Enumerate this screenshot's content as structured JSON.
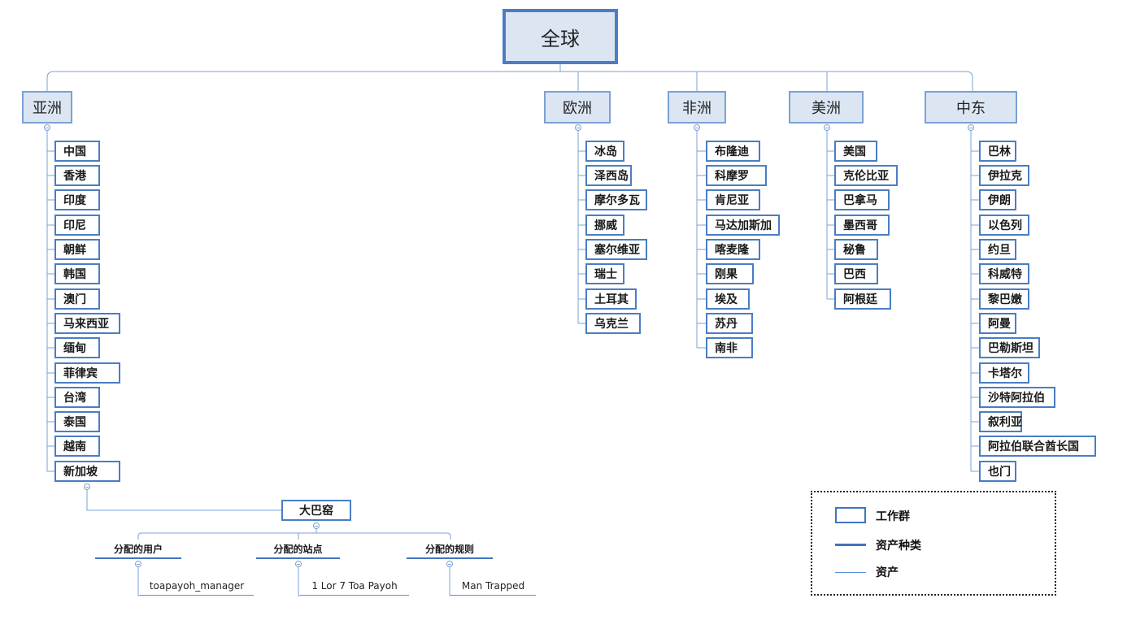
{
  "root": "全球",
  "regions": [
    {
      "name": "亚洲",
      "countries": [
        "中国",
        "香港",
        "印度",
        "印尼",
        "朝鲜",
        "韩国",
        "澳门",
        "马来西亚",
        "缅甸",
        "菲律宾",
        "台湾",
        "泰国",
        "越南",
        "新加坡"
      ]
    },
    {
      "name": "欧洲",
      "countries": [
        "冰岛",
        "泽西岛",
        "摩尔多瓦",
        "挪威",
        "塞尔维亚",
        "瑞士",
        "土耳其",
        "乌克兰"
      ]
    },
    {
      "name": "非洲",
      "countries": [
        "布隆迪",
        "科摩罗",
        "肯尼亚",
        "马达加斯加",
        "喀麦隆",
        "刚果",
        "埃及",
        "苏丹",
        "南非"
      ]
    },
    {
      "name": "美洲",
      "countries": [
        "美国",
        "克伦比亚",
        "巴拿马",
        "墨西哥",
        "秘鲁",
        "巴西",
        "阿根廷"
      ]
    },
    {
      "name": "中东",
      "countries": [
        "巴林",
        "伊拉克",
        "伊朗",
        "以色列",
        "约旦",
        "科威特",
        "黎巴嫩",
        "阿曼",
        "巴勒斯坦",
        "卡塔尔",
        "沙特阿拉伯",
        "叙利亚",
        "阿拉伯联合酋长国",
        "也门"
      ]
    }
  ],
  "workgroup": {
    "name": "大巴窑",
    "categories": [
      {
        "name": "分配的用户",
        "asset": "toapayoh_manager"
      },
      {
        "name": "分配的站点",
        "asset": "1 Lor 7 Toa Payoh"
      },
      {
        "name": "分配的规则",
        "asset": "Man Trapped"
      }
    ]
  },
  "legend": {
    "workgroup": "工作群",
    "asset_type": "资产种类",
    "asset": "资产"
  },
  "colors": {
    "accent": "#4a7dc4",
    "fill": "#dce6f3",
    "line": "#7ba1d6"
  }
}
